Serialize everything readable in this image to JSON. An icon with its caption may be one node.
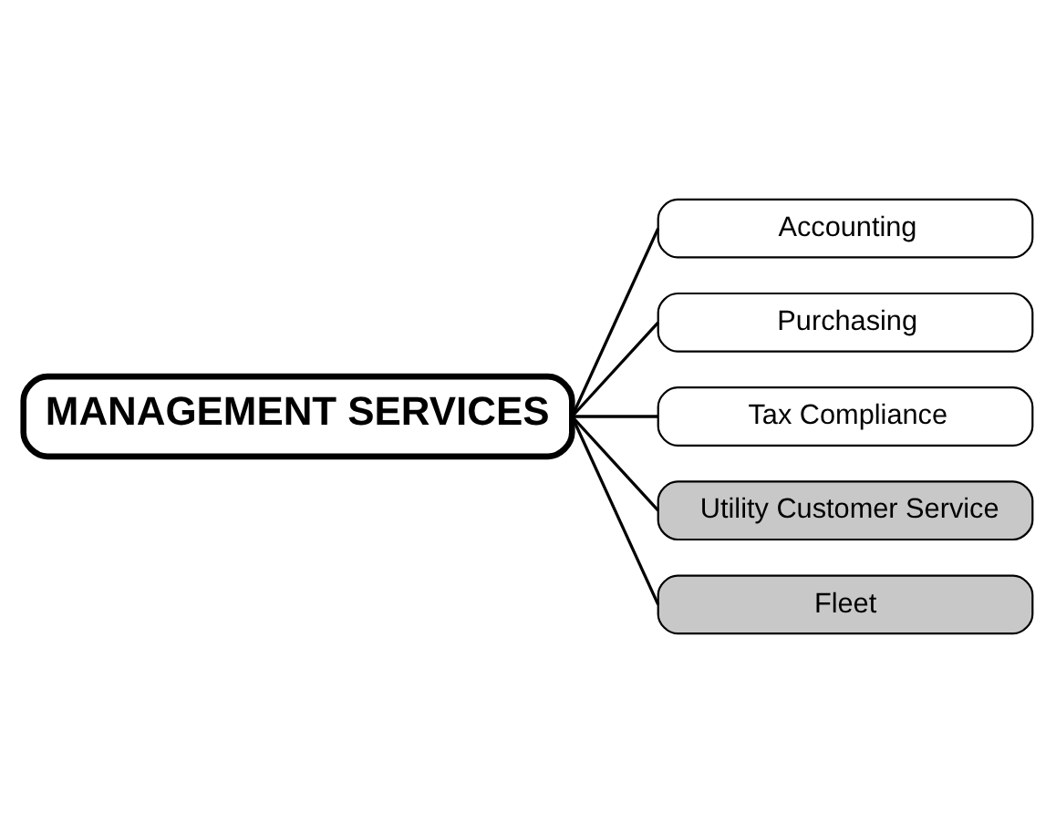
{
  "diagram": {
    "nodes": [
      {
        "text": [
          "MANAGEMENT SERVICES"
        ]
      },
      {
        "text": [
          "Accounting"
        ]
      },
      {
        "text": [
          "Purchasing"
        ]
      },
      {
        "text": [
          "Tax Compliance"
        ]
      },
      {
        "text": [
          "Utility Customer Service"
        ]
      },
      {
        "text": [
          "Fleet"
        ]
      }
    ],
    "edges": [
      {
        "from": 0,
        "to": 1,
        "arrow": "none"
      },
      {
        "from": 0,
        "to": 2,
        "arrow": "none"
      },
      {
        "from": 0,
        "to": 3,
        "arrow": "none"
      },
      {
        "from": 0,
        "to": 4,
        "arrow": "none"
      },
      {
        "from": 0,
        "to": 5,
        "arrow": "none"
      }
    ]
  }
}
